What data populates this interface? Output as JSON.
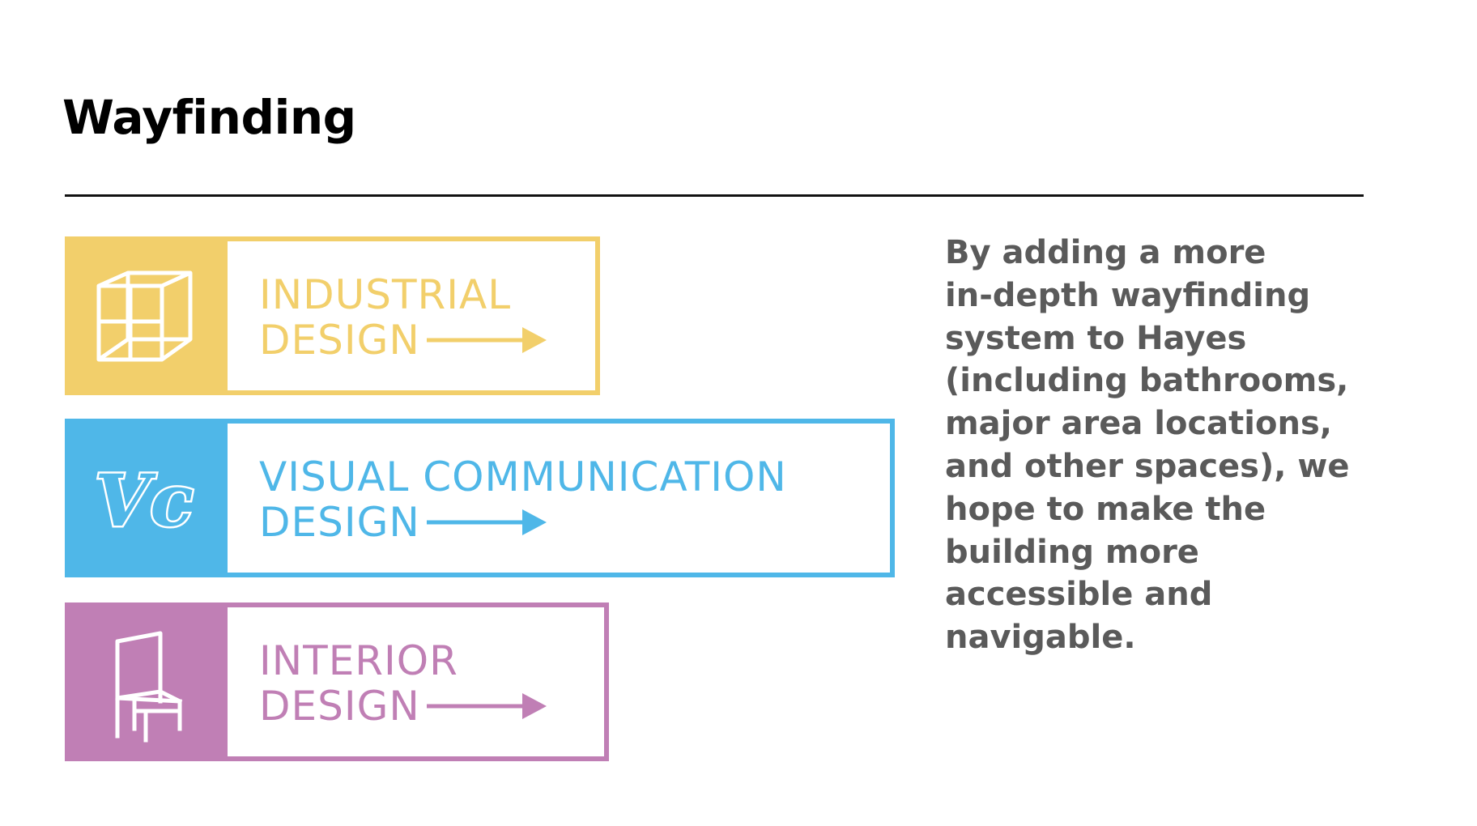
{
  "slide": {
    "title": "Wayfinding",
    "signs": [
      {
        "line1": "INDUSTRIAL",
        "line2": "DESIGN",
        "icon": "cube-icon",
        "color": "#f2cf6b"
      },
      {
        "line1": "VISUAL COMMUNICATION",
        "line2": "DESIGN",
        "icon": "vc-monogram-icon",
        "icon_text": "Vc",
        "color": "#4fb7e8"
      },
      {
        "line1": "INTERIOR",
        "line2": "DESIGN",
        "icon": "chair-icon",
        "color": "#c07fb5"
      }
    ],
    "body_lines": [
      "By adding a more",
      "in-depth wayfinding",
      "system to Hayes",
      "(including bathrooms,",
      "major area locations,",
      "and other spaces), we",
      "hope to make the",
      "building more",
      "accessible and",
      "navigable."
    ]
  }
}
